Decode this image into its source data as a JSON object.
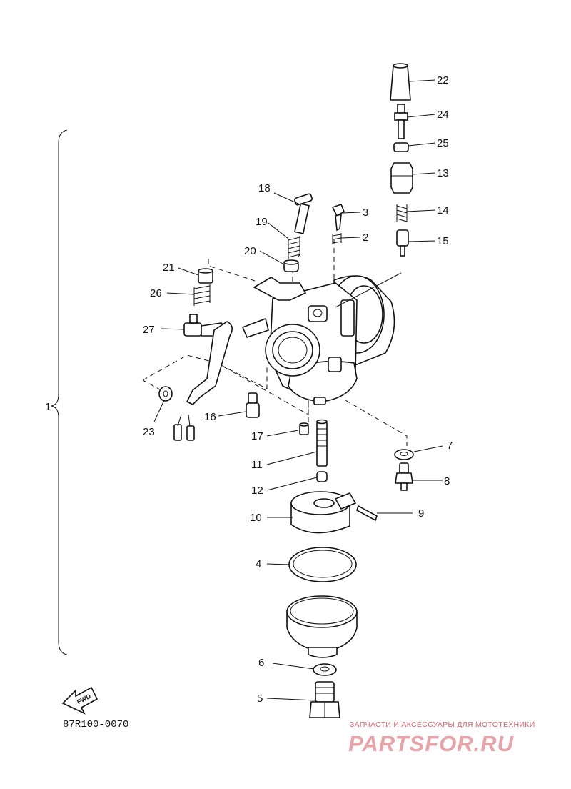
{
  "diagram": {
    "group_label": "1",
    "fwd_label": "FWD",
    "drawing_code": "87R100-0070",
    "parts": [
      {
        "num": "2"
      },
      {
        "num": "3"
      },
      {
        "num": "4"
      },
      {
        "num": "5"
      },
      {
        "num": "6"
      },
      {
        "num": "7"
      },
      {
        "num": "8"
      },
      {
        "num": "9"
      },
      {
        "num": "10"
      },
      {
        "num": "11"
      },
      {
        "num": "12"
      },
      {
        "num": "13"
      },
      {
        "num": "14"
      },
      {
        "num": "15"
      },
      {
        "num": "16"
      },
      {
        "num": "17"
      },
      {
        "num": "18"
      },
      {
        "num": "19"
      },
      {
        "num": "20"
      },
      {
        "num": "21"
      },
      {
        "num": "22"
      },
      {
        "num": "23"
      },
      {
        "num": "24"
      },
      {
        "num": "25"
      },
      {
        "num": "26"
      },
      {
        "num": "27"
      }
    ]
  },
  "watermark": {
    "tagline": "ЗАПЧАСТИ И АКСЕССУАРЫ ДЛЯ МОТОТЕХНИКИ",
    "brand": "PARTSFOR.RU"
  }
}
